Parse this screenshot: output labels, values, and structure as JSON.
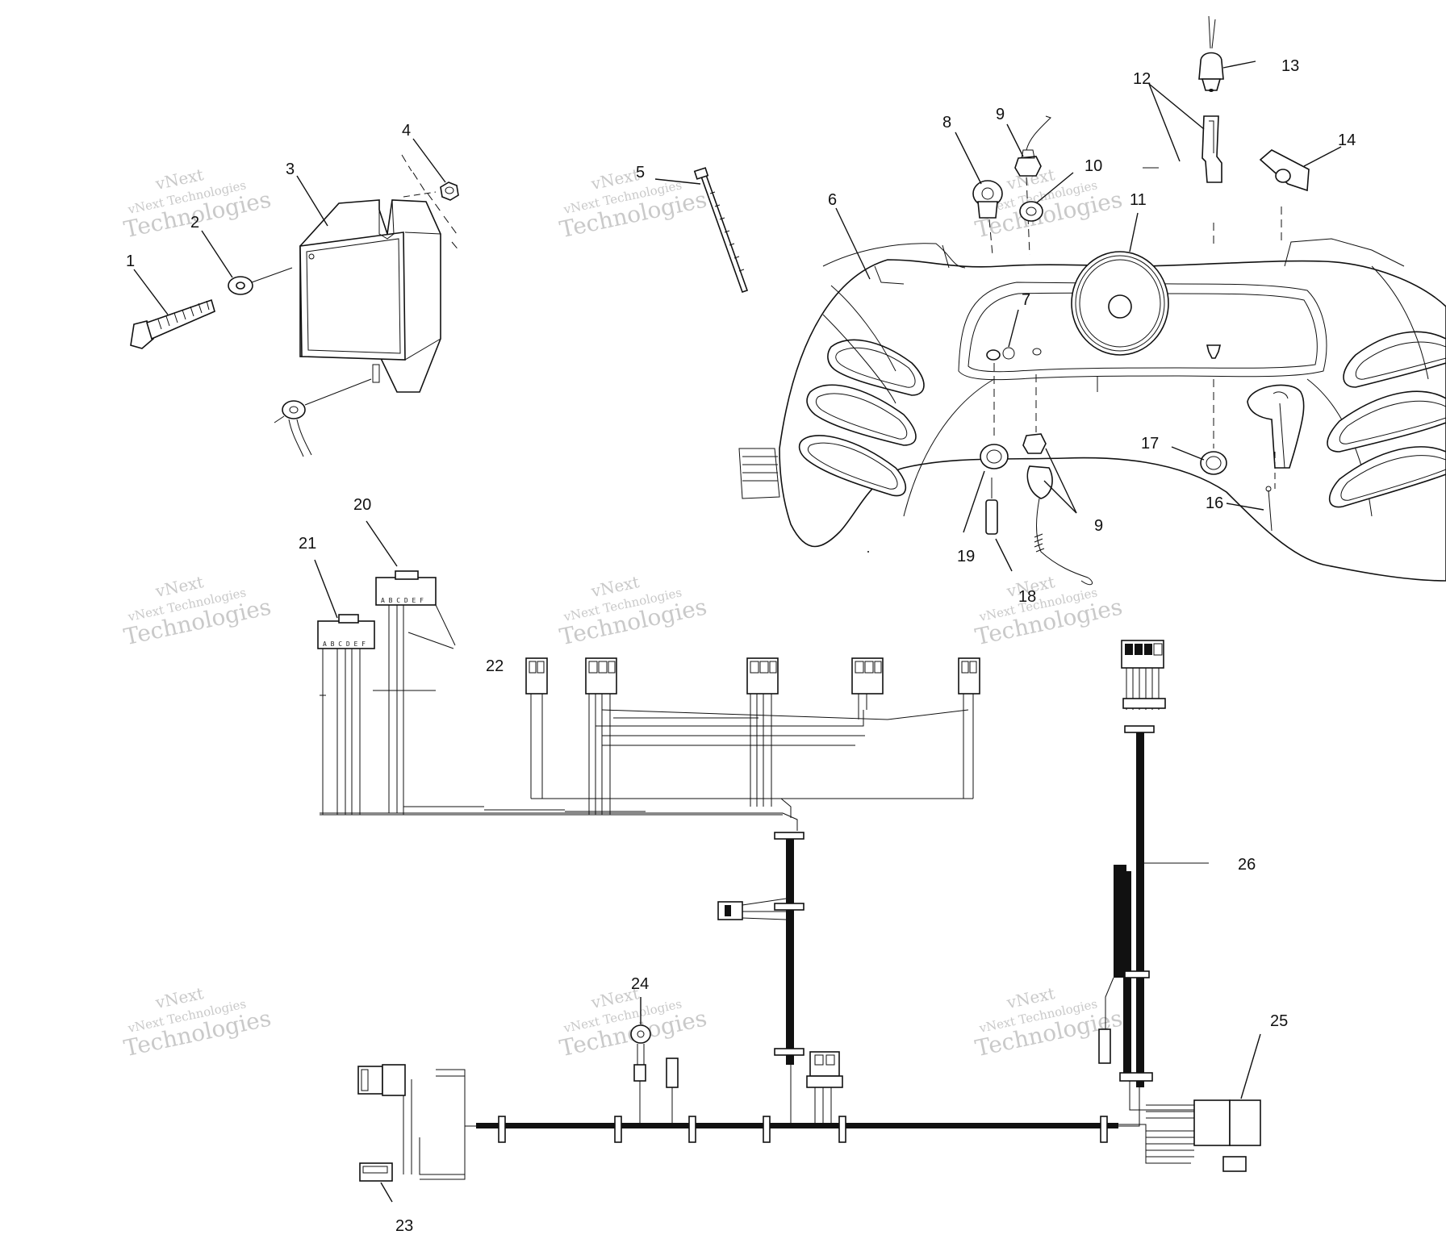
{
  "callouts": [
    {
      "id": "1",
      "label": "1"
    },
    {
      "id": "2",
      "label": "2"
    },
    {
      "id": "3",
      "label": "3"
    },
    {
      "id": "4",
      "label": "4"
    },
    {
      "id": "5",
      "label": "5"
    },
    {
      "id": "6",
      "label": "6"
    },
    {
      "id": "7",
      "label": "7"
    },
    {
      "id": "8",
      "label": "8"
    },
    {
      "id": "9a",
      "label": "9"
    },
    {
      "id": "10",
      "label": "10"
    },
    {
      "id": "11",
      "label": "11"
    },
    {
      "id": "12",
      "label": "12"
    },
    {
      "id": "13",
      "label": "13"
    },
    {
      "id": "14",
      "label": "14"
    },
    {
      "id": "16",
      "label": "16"
    },
    {
      "id": "17",
      "label": "17"
    },
    {
      "id": "18",
      "label": "18"
    },
    {
      "id": "19",
      "label": "19"
    },
    {
      "id": "9b",
      "label": "9"
    },
    {
      "id": "20",
      "label": "20"
    },
    {
      "id": "21",
      "label": "21"
    },
    {
      "id": "22",
      "label": "22"
    },
    {
      "id": "23",
      "label": "23"
    },
    {
      "id": "24",
      "label": "24"
    },
    {
      "id": "25",
      "label": "25"
    },
    {
      "id": "26",
      "label": "26"
    }
  ],
  "connector_pins": {
    "connector_21": "A B C D E F",
    "connector_20": "A B C D E F"
  },
  "watermark": {
    "line1": "vNext",
    "line2": "vNext Technologies",
    "line3": "Technologies"
  }
}
